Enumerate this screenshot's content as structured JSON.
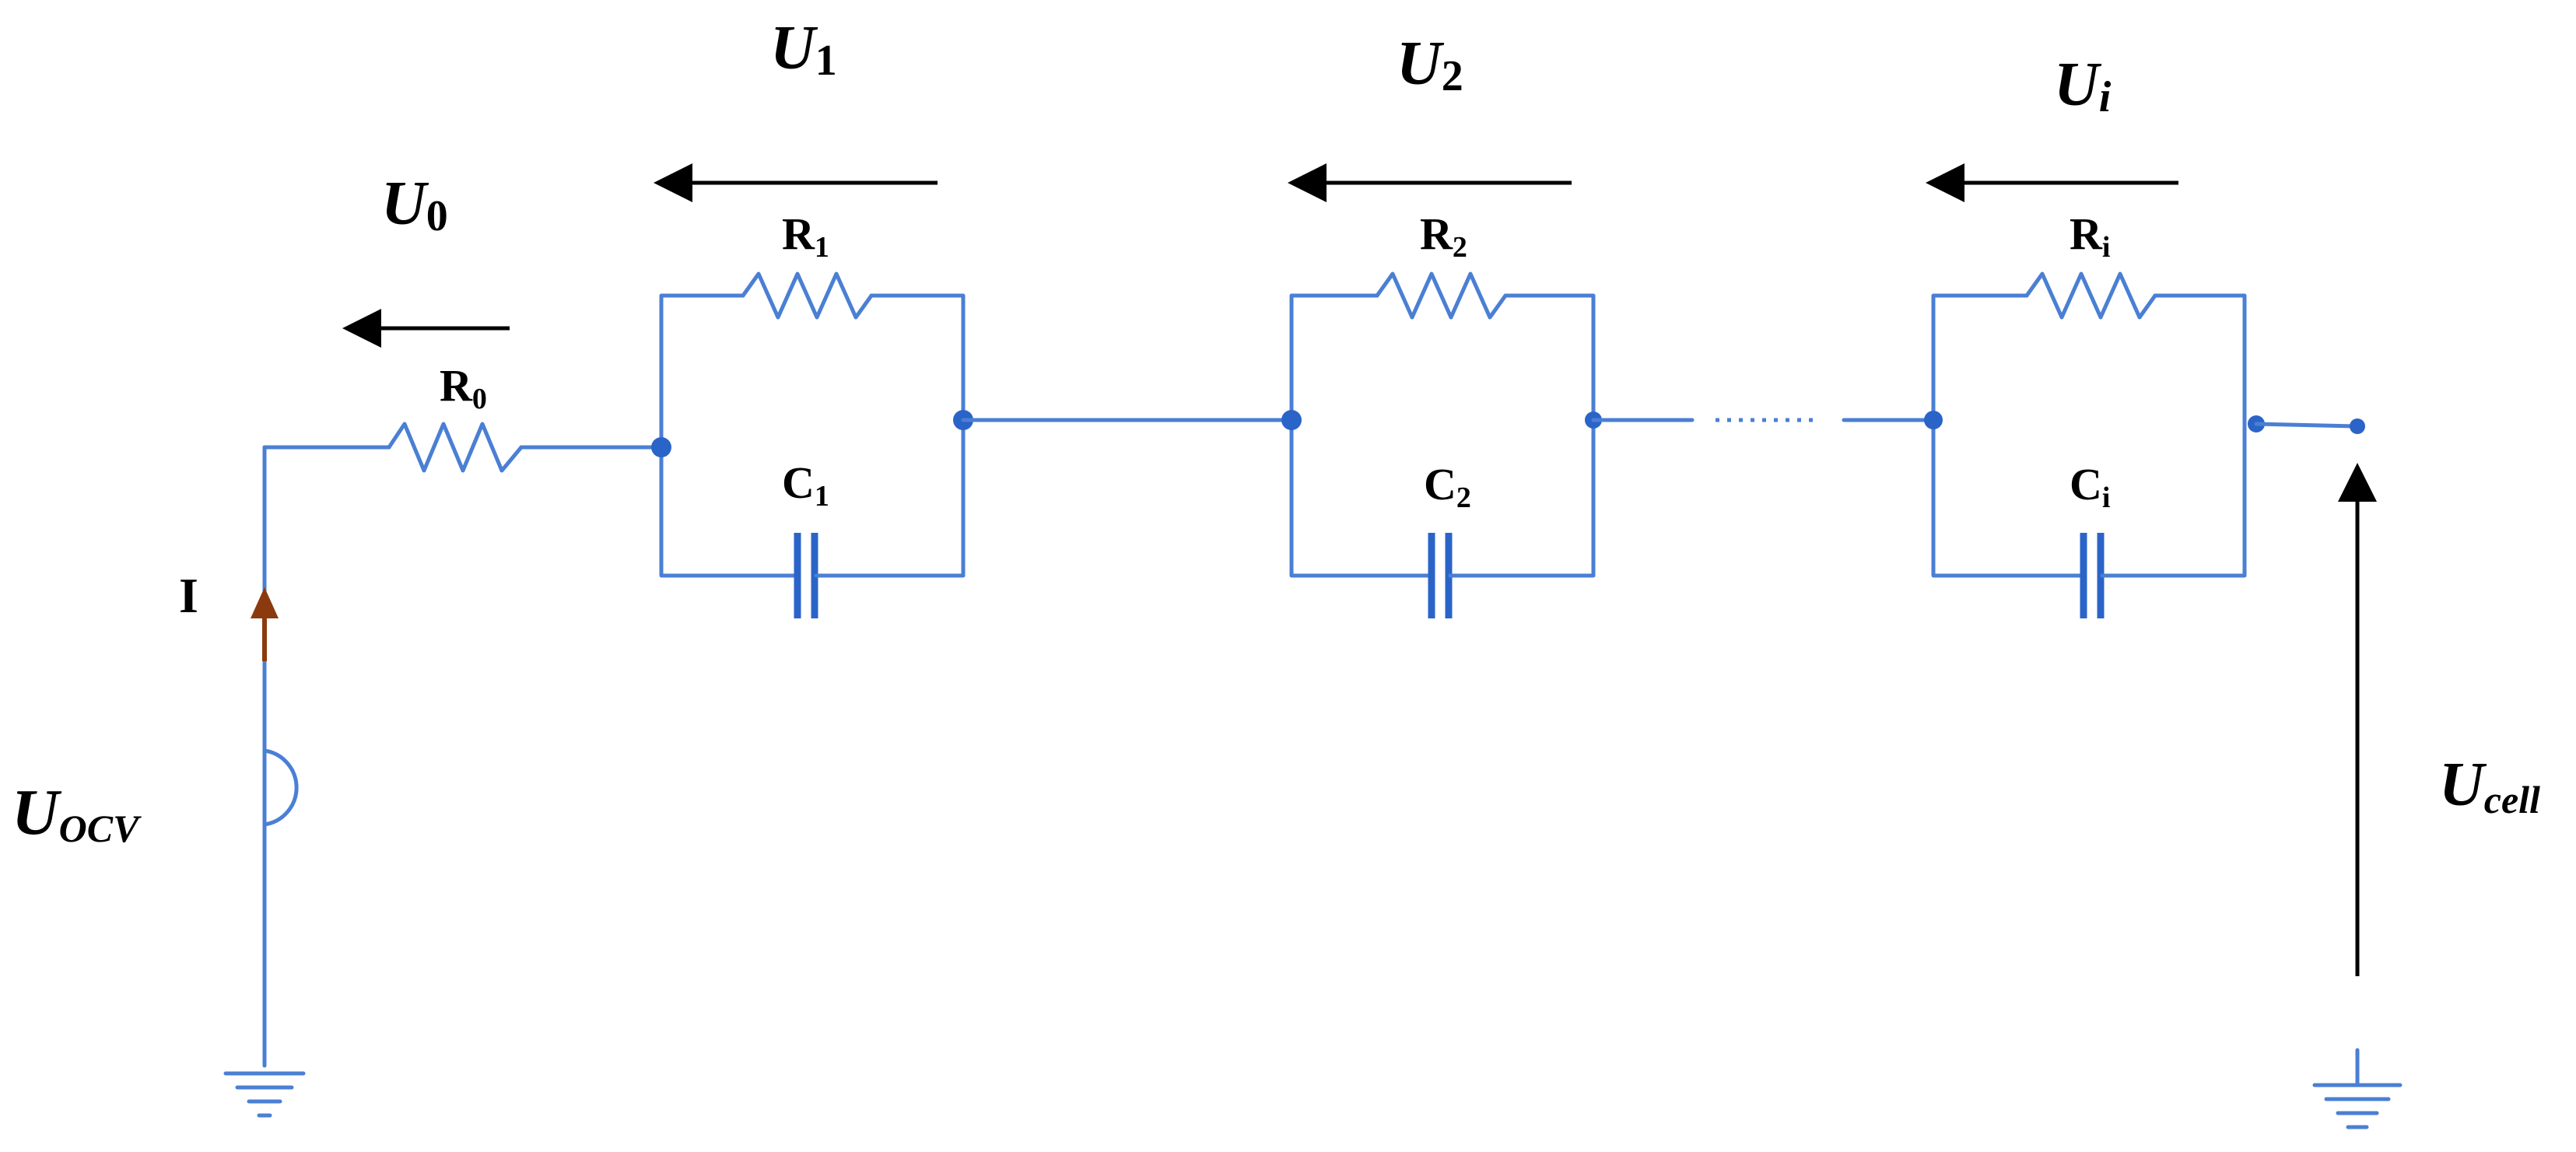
{
  "colors": {
    "wire": "#4a7fd4",
    "node": "#2b64c8",
    "arrow": "#000000",
    "current_arrow": "#8b3a0e"
  },
  "labels": {
    "u0": {
      "main": "U",
      "sub": "0"
    },
    "u1": {
      "main": "U",
      "sub": "1"
    },
    "u2": {
      "main": "U",
      "sub": "2"
    },
    "ui": {
      "main": "U",
      "sub": "i"
    },
    "uocv": {
      "main": "U",
      "sub": "OCV"
    },
    "ucell": {
      "main": "U",
      "sub": "cell"
    },
    "current": "I"
  },
  "components": {
    "r0": {
      "main": "R",
      "sub": "0"
    },
    "r1": {
      "main": "R",
      "sub": "1"
    },
    "r2": {
      "main": "R",
      "sub": "2"
    },
    "ri": {
      "main": "R",
      "sub": "i"
    },
    "c1": {
      "main": "C",
      "sub": "1"
    },
    "c2": {
      "main": "C",
      "sub": "2"
    },
    "ci": {
      "main": "C",
      "sub": "i"
    }
  },
  "icons": {
    "ground": "ground-icon",
    "voltage_source": "voltage-source-icon"
  }
}
